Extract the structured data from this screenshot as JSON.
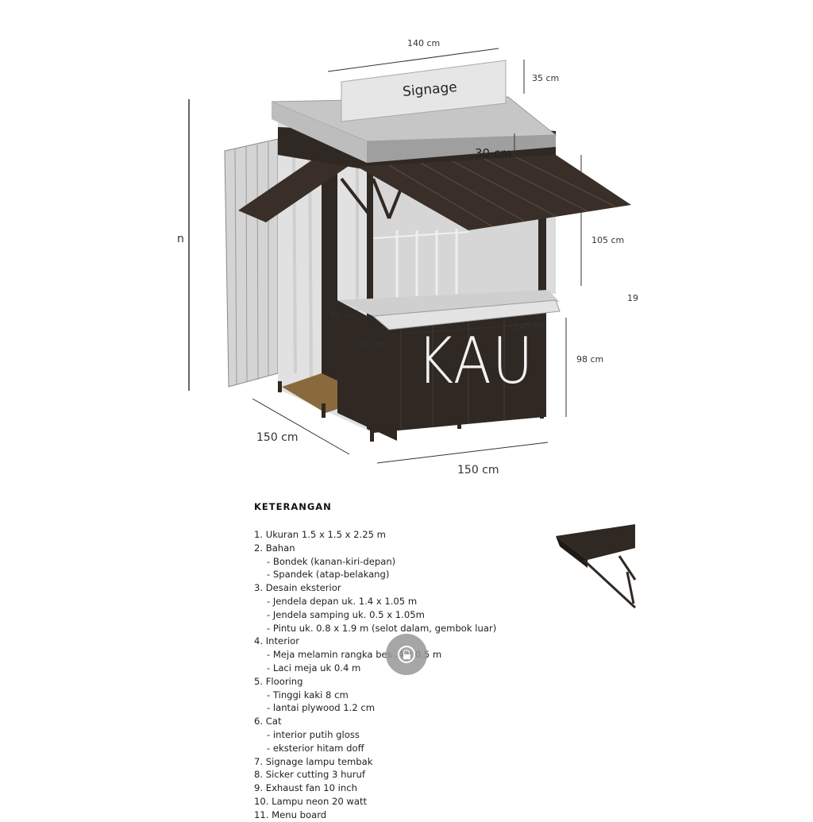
{
  "diagram": {
    "sign_text": "Signage",
    "kiosk_text": "KAU",
    "dimensions": {
      "top_width": "140 cm",
      "sign_height": "35 cm",
      "roof_overhang": "30 cm",
      "window_height": "105 cm",
      "side_depth": "50 cm",
      "front_width_counter": "140 cm",
      "counter_depth": "30 cm",
      "counter_height": "98 cm",
      "base_left": "150 cm",
      "base_front": "150 cm",
      "left_edge_cut": "n",
      "right_edge_cut": "19"
    }
  },
  "notes": {
    "title": "KETERANGAN",
    "lines": [
      {
        "text": "1. Ukuran 1.5 x 1.5 x 2.25 m",
        "sub": false
      },
      {
        "text": "2. Bahan",
        "sub": false
      },
      {
        "text": "- Bondek (kanan-kiri-depan)",
        "sub": true
      },
      {
        "text": "- Spandek (atap-belakang)",
        "sub": true
      },
      {
        "text": "3. Desain eksterior",
        "sub": false
      },
      {
        "text": "- Jendela depan uk. 1.4 x 1.05 m",
        "sub": true
      },
      {
        "text": "- Jendela samping uk. 0.5 x 1.05m",
        "sub": true
      },
      {
        "text": "- Pintu uk. 0.8 x 1.9 m (selot dalam, gembok luar)",
        "sub": true
      },
      {
        "text": "4. Interior",
        "sub": false
      },
      {
        "text": "- Meja melamin rangka bes      .4 x 0.5 m",
        "sub": true
      },
      {
        "text": "- Laci meja uk 0.4 m",
        "sub": true
      },
      {
        "text": "5. Flooring",
        "sub": false
      },
      {
        "text": "- Tinggi kaki 8 cm",
        "sub": true
      },
      {
        "text": "- lantai plywood 1.2 cm",
        "sub": true
      },
      {
        "text": "6. Cat",
        "sub": false
      },
      {
        "text": "- interior putih gloss",
        "sub": true
      },
      {
        "text": "- eksterior hitam doff",
        "sub": true
      },
      {
        "text": "7. Signage lampu tembak",
        "sub": false
      },
      {
        "text": "8. Sicker cutting 3 huruf",
        "sub": false
      },
      {
        "text": "9. Exhaust fan 10 inch",
        "sub": false
      },
      {
        "text": "10. Lampu neon 20 watt",
        "sub": false
      },
      {
        "text": "11. Menu board",
        "sub": false
      }
    ]
  },
  "overlay": {
    "icon": "lock-icon"
  },
  "colors": {
    "body": "#2f2823",
    "roof": "#b9b9b9",
    "sign": "#e6e6e6",
    "interior": "#d8d8d8"
  }
}
